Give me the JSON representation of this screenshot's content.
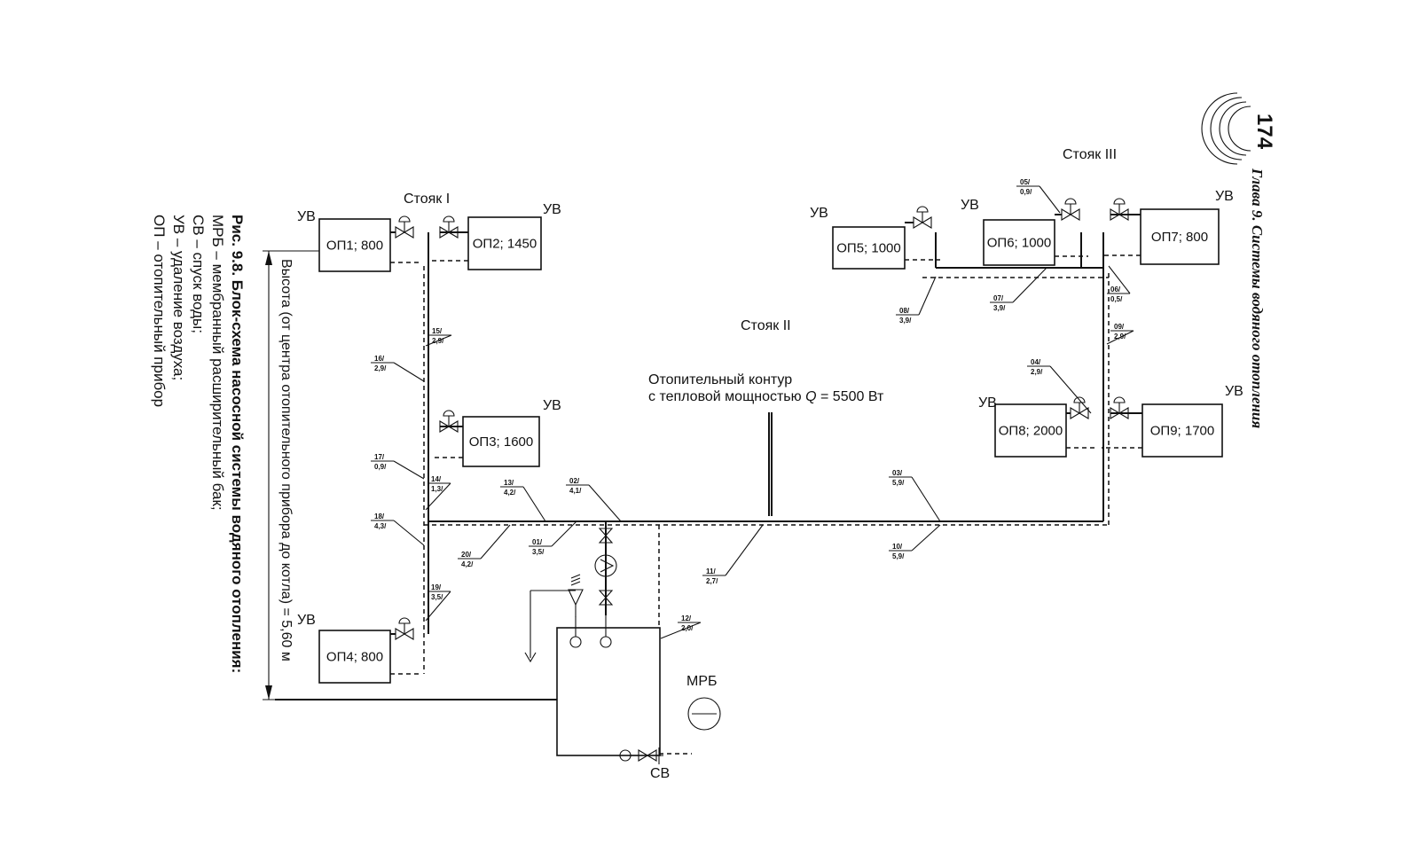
{
  "page": {
    "number": "174",
    "chapter_title": "Глава 9. Системы водяного отопления"
  },
  "risers": {
    "riser1": "Стояк I",
    "riser2": "Стояк II",
    "riser3": "Стояк III"
  },
  "contour": {
    "line1": "Отопительный контур",
    "line2_prefix": "с тепловой мощностью",
    "q_symbol": "Q",
    "line2_suffix": "= 5500 Вт"
  },
  "devices": [
    {
      "label": "ОП1; 800",
      "air": "УВ"
    },
    {
      "label": "ОП2; 1450",
      "air": "УВ"
    },
    {
      "label": "ОП3; 1600",
      "air": "УВ"
    },
    {
      "label": "ОП4; 800",
      "air": "УВ"
    },
    {
      "label": "ОП5; 1000",
      "air": "УВ"
    },
    {
      "label": "ОП6; 1000",
      "air": "УВ"
    },
    {
      "label": "ОП7; 800",
      "air": "УВ"
    },
    {
      "label": "ОП8; 2000",
      "air": "УВ"
    },
    {
      "label": "ОП9; 1700",
      "air": "УВ"
    }
  ],
  "sections": [
    {
      "top": "01/",
      "bottom": "3,5/"
    },
    {
      "top": "02/",
      "bottom": "4,1/"
    },
    {
      "top": "03/",
      "bottom": "5,9/"
    },
    {
      "top": "04/",
      "bottom": "2,9/"
    },
    {
      "top": "05/",
      "bottom": "0,9/"
    },
    {
      "top": "06/",
      "bottom": "0,5/"
    },
    {
      "top": "07/",
      "bottom": "3,9/"
    },
    {
      "top": "08/",
      "bottom": "3,9/"
    },
    {
      "top": "09/",
      "bottom": "2,9/"
    },
    {
      "top": "10/",
      "bottom": "5,9/"
    },
    {
      "top": "11/",
      "bottom": "2,7/"
    },
    {
      "top": "12/",
      "bottom": "2,0/"
    },
    {
      "top": "13/",
      "bottom": "4,2/"
    },
    {
      "top": "14/",
      "bottom": "1,3/"
    },
    {
      "top": "15/",
      "bottom": "2,9/"
    },
    {
      "top": "16/",
      "bottom": "2,9/"
    },
    {
      "top": "17/",
      "bottom": "0,9/"
    },
    {
      "top": "18/",
      "bottom": "4,3/"
    },
    {
      "top": "19/",
      "bottom": "3,5/"
    },
    {
      "top": "20/",
      "bottom": "4,2/"
    }
  ],
  "mrb": "МРБ",
  "sv": "СВ",
  "height_note": "Высота (от центра отопительного прибора до котла) = 5,60 м",
  "caption": {
    "title": "Рис. 9.8. Блок-схема насосной системы водяного отопления:",
    "legend": [
      {
        "abbr": "МРБ",
        "text": "– мембранный расширительный бак;"
      },
      {
        "abbr": "СВ",
        "text": "– спуск воды;"
      },
      {
        "abbr": "УВ",
        "text": "– удаление воздуха;"
      },
      {
        "abbr": "ОП",
        "text": "– отопительный прибор"
      }
    ]
  },
  "colors": {
    "ink": "#111111",
    "paper": "#ffffff"
  }
}
